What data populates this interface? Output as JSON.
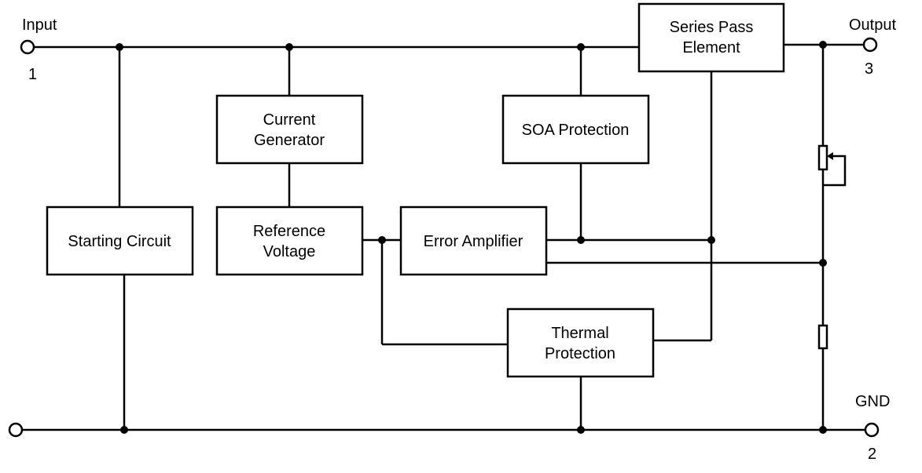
{
  "blocks": {
    "series_pass": [
      "Series Pass",
      "Element"
    ],
    "current_gen": [
      "Current",
      "Generator"
    ],
    "soa": [
      "SOA Protection"
    ],
    "starting": [
      "Starting Circuit"
    ],
    "reference": [
      "Reference",
      "Voltage"
    ],
    "error_amp": [
      "Error Amplifier"
    ],
    "thermal": [
      "Thermal",
      "Protection"
    ]
  },
  "terminals": {
    "input": {
      "name": "Input",
      "pin": "1"
    },
    "output": {
      "name": "Output",
      "pin": "3"
    },
    "gnd": {
      "name": "GND",
      "pin": "2"
    }
  }
}
